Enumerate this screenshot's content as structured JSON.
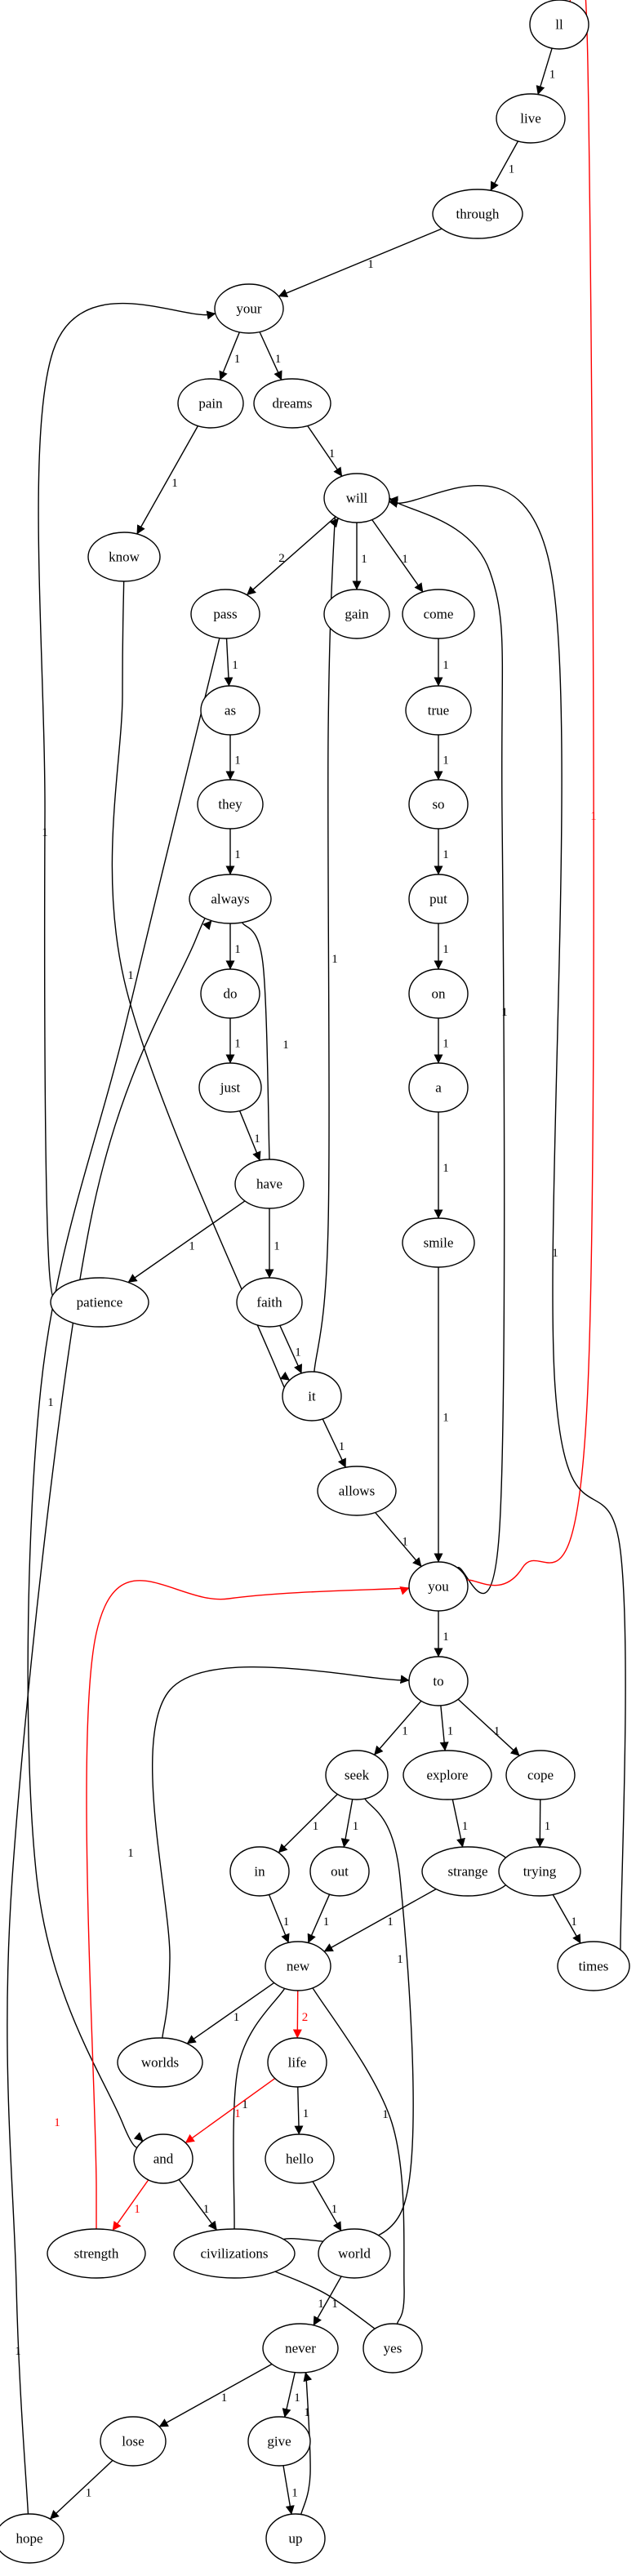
{
  "graph": {
    "type": "directed-word-graph",
    "colors": {
      "default": "#000000",
      "highlight": "#ff0000",
      "background": "#ffffff"
    },
    "nodes": [
      {
        "id": "ll",
        "label": "ll"
      },
      {
        "id": "live",
        "label": "live"
      },
      {
        "id": "through",
        "label": "through"
      },
      {
        "id": "your",
        "label": "your"
      },
      {
        "id": "pain",
        "label": "pain"
      },
      {
        "id": "dreams",
        "label": "dreams"
      },
      {
        "id": "know",
        "label": "know"
      },
      {
        "id": "will",
        "label": "will"
      },
      {
        "id": "pass",
        "label": "pass"
      },
      {
        "id": "gain",
        "label": "gain"
      },
      {
        "id": "come",
        "label": "come"
      },
      {
        "id": "as",
        "label": "as"
      },
      {
        "id": "true",
        "label": "true"
      },
      {
        "id": "they",
        "label": "they"
      },
      {
        "id": "so",
        "label": "so"
      },
      {
        "id": "always",
        "label": "always"
      },
      {
        "id": "put",
        "label": "put"
      },
      {
        "id": "do",
        "label": "do"
      },
      {
        "id": "on",
        "label": "on"
      },
      {
        "id": "just",
        "label": "just"
      },
      {
        "id": "a",
        "label": "a"
      },
      {
        "id": "have",
        "label": "have"
      },
      {
        "id": "smile",
        "label": "smile"
      },
      {
        "id": "patience",
        "label": "patience"
      },
      {
        "id": "faith",
        "label": "faith"
      },
      {
        "id": "it",
        "label": "it"
      },
      {
        "id": "allows",
        "label": "allows"
      },
      {
        "id": "you",
        "label": "you"
      },
      {
        "id": "to",
        "label": "to"
      },
      {
        "id": "seek",
        "label": "seek"
      },
      {
        "id": "explore",
        "label": "explore"
      },
      {
        "id": "cope",
        "label": "cope"
      },
      {
        "id": "in",
        "label": "in"
      },
      {
        "id": "out",
        "label": "out"
      },
      {
        "id": "strange",
        "label": "strange"
      },
      {
        "id": "trying",
        "label": "trying"
      },
      {
        "id": "new",
        "label": "new"
      },
      {
        "id": "times",
        "label": "times"
      },
      {
        "id": "worlds",
        "label": "worlds"
      },
      {
        "id": "life",
        "label": "life"
      },
      {
        "id": "and",
        "label": "and"
      },
      {
        "id": "hello",
        "label": "hello"
      },
      {
        "id": "strength",
        "label": "strength"
      },
      {
        "id": "civilizations",
        "label": "civilizations"
      },
      {
        "id": "world",
        "label": "world"
      },
      {
        "id": "never",
        "label": "never"
      },
      {
        "id": "yes",
        "label": "yes"
      },
      {
        "id": "lose",
        "label": "lose"
      },
      {
        "id": "give",
        "label": "give"
      },
      {
        "id": "hope",
        "label": "hope"
      },
      {
        "id": "up",
        "label": "up"
      }
    ],
    "edges": [
      {
        "from": "ll",
        "to": "live",
        "label": "1",
        "color": "black"
      },
      {
        "from": "live",
        "to": "through",
        "label": "1",
        "color": "black"
      },
      {
        "from": "through",
        "to": "your",
        "label": "1",
        "color": "black"
      },
      {
        "from": "your",
        "to": "pain",
        "label": "1",
        "color": "black"
      },
      {
        "from": "your",
        "to": "dreams",
        "label": "1",
        "color": "black"
      },
      {
        "from": "pain",
        "to": "know",
        "label": "1",
        "color": "black"
      },
      {
        "from": "dreams",
        "to": "will",
        "label": "1",
        "color": "black"
      },
      {
        "from": "know",
        "to": "it",
        "label": "1",
        "color": "black"
      },
      {
        "from": "will",
        "to": "pass",
        "label": "2",
        "color": "black"
      },
      {
        "from": "will",
        "to": "gain",
        "label": "1",
        "color": "black"
      },
      {
        "from": "will",
        "to": "come",
        "label": "1",
        "color": "black"
      },
      {
        "from": "pass",
        "to": "as",
        "label": "1",
        "color": "black"
      },
      {
        "from": "pass",
        "to": "and",
        "label": "1",
        "color": "black"
      },
      {
        "from": "come",
        "to": "true",
        "label": "1",
        "color": "black"
      },
      {
        "from": "as",
        "to": "they",
        "label": "1",
        "color": "black"
      },
      {
        "from": "true",
        "to": "so",
        "label": "1",
        "color": "black"
      },
      {
        "from": "they",
        "to": "always",
        "label": "1",
        "color": "black"
      },
      {
        "from": "so",
        "to": "put",
        "label": "1",
        "color": "black"
      },
      {
        "from": "always",
        "to": "do",
        "label": "1",
        "color": "black"
      },
      {
        "from": "always",
        "to": "have",
        "label": "1",
        "color": "black"
      },
      {
        "from": "put",
        "to": "on",
        "label": "1",
        "color": "black"
      },
      {
        "from": "do",
        "to": "just",
        "label": "1",
        "color": "black"
      },
      {
        "from": "on",
        "to": "a",
        "label": "1",
        "color": "black"
      },
      {
        "from": "just",
        "to": "have",
        "label": "1",
        "color": "black"
      },
      {
        "from": "a",
        "to": "smile",
        "label": "1",
        "color": "black"
      },
      {
        "from": "have",
        "to": "patience",
        "label": "1",
        "color": "black"
      },
      {
        "from": "have",
        "to": "faith",
        "label": "1",
        "color": "black"
      },
      {
        "from": "patience",
        "to": "your",
        "label": "1",
        "color": "black"
      },
      {
        "from": "smile",
        "to": "you",
        "label": "1",
        "color": "black"
      },
      {
        "from": "faith",
        "to": "it",
        "label": "1",
        "color": "black"
      },
      {
        "from": "it",
        "to": "will",
        "label": "1",
        "color": "black"
      },
      {
        "from": "it",
        "to": "allows",
        "label": "1",
        "color": "black"
      },
      {
        "from": "allows",
        "to": "you",
        "label": "1",
        "color": "black"
      },
      {
        "from": "you",
        "to": "will",
        "label": "1",
        "color": "black"
      },
      {
        "from": "you",
        "to": "ll",
        "label": "1",
        "color": "red"
      },
      {
        "from": "you",
        "to": "to",
        "label": "1",
        "color": "black"
      },
      {
        "from": "to",
        "to": "seek",
        "label": "1",
        "color": "black"
      },
      {
        "from": "to",
        "to": "explore",
        "label": "1",
        "color": "black"
      },
      {
        "from": "to",
        "to": "cope",
        "label": "1",
        "color": "black"
      },
      {
        "from": "seek",
        "to": "in",
        "label": "1",
        "color": "black"
      },
      {
        "from": "seek",
        "to": "out",
        "label": "1",
        "color": "black"
      },
      {
        "from": "explore",
        "to": "strange",
        "label": "1",
        "color": "black"
      },
      {
        "from": "cope",
        "to": "trying",
        "label": "1",
        "color": "black"
      },
      {
        "from": "in",
        "to": "new",
        "label": "1",
        "color": "black"
      },
      {
        "from": "out",
        "to": "new",
        "label": "1",
        "color": "black"
      },
      {
        "from": "strange",
        "to": "new",
        "label": "1",
        "color": "black"
      },
      {
        "from": "trying",
        "to": "times",
        "label": "1",
        "color": "black"
      },
      {
        "from": "times",
        "to": "will",
        "label": "1",
        "color": "black"
      },
      {
        "from": "new",
        "to": "worlds",
        "label": "1",
        "color": "black"
      },
      {
        "from": "new",
        "to": "life",
        "label": "2",
        "color": "red"
      },
      {
        "from": "new",
        "to": "civilizations",
        "label": "1",
        "color": "black"
      },
      {
        "from": "worlds",
        "to": "to",
        "label": "1",
        "color": "black"
      },
      {
        "from": "life",
        "to": "and",
        "label": "1",
        "color": "red"
      },
      {
        "from": "life",
        "to": "hello",
        "label": "1",
        "color": "black"
      },
      {
        "from": "and",
        "to": "strength",
        "label": "1",
        "color": "red"
      },
      {
        "from": "and",
        "to": "civilizations",
        "label": "1",
        "color": "black"
      },
      {
        "from": "strength",
        "to": "you",
        "label": "1",
        "color": "red"
      },
      {
        "from": "hello",
        "to": "world",
        "label": "1",
        "color": "black"
      },
      {
        "from": "civilizations",
        "to": "seek",
        "label": "1",
        "color": "black"
      },
      {
        "from": "civilizations",
        "to": "yes",
        "label": "1",
        "color": "black"
      },
      {
        "from": "world",
        "to": "never",
        "label": "1",
        "color": "black"
      },
      {
        "from": "yes",
        "to": "new",
        "label": "1",
        "color": "black"
      },
      {
        "from": "never",
        "to": "lose",
        "label": "1",
        "color": "black"
      },
      {
        "from": "never",
        "to": "give",
        "label": "1",
        "color": "black"
      },
      {
        "from": "lose",
        "to": "hope",
        "label": "1",
        "color": "black"
      },
      {
        "from": "give",
        "to": "up",
        "label": "1",
        "color": "black"
      },
      {
        "from": "up",
        "to": "never",
        "label": "1",
        "color": "black"
      },
      {
        "from": "hope",
        "to": "always",
        "label": "1",
        "color": "black"
      }
    ]
  }
}
